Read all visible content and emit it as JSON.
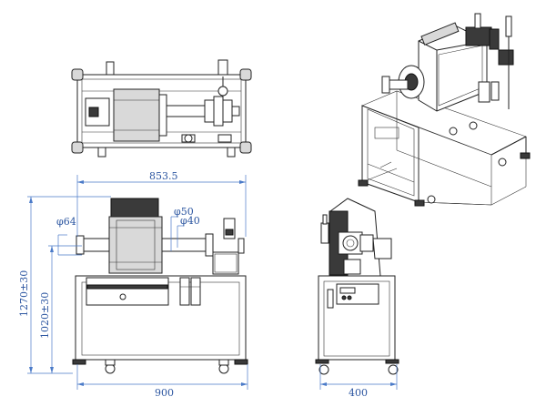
{
  "dimensions": {
    "top_width": "853.5",
    "pipe_outer": "φ50",
    "pipe_inner": "φ40",
    "left_pipe": "φ64",
    "overall_height": "1270±30",
    "pipe_height": "1020±30",
    "frame_width": "900",
    "side_width": "400"
  }
}
